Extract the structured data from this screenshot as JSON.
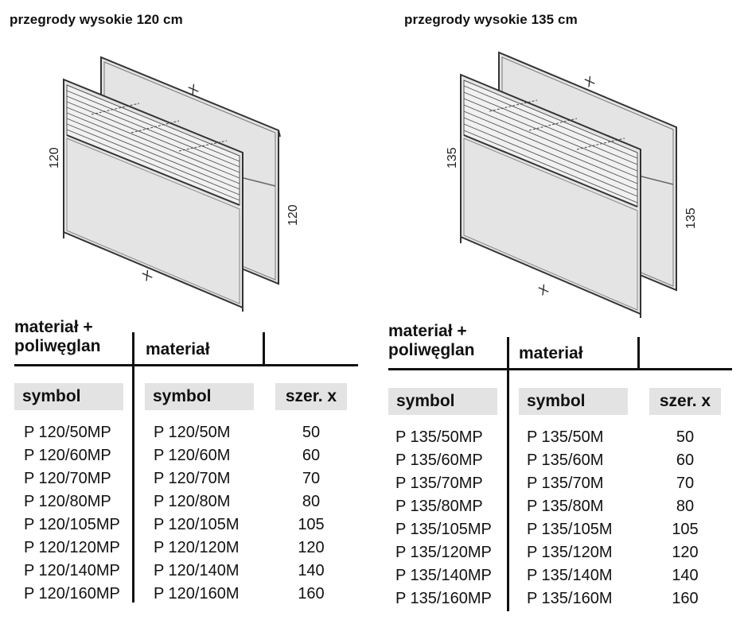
{
  "sections": [
    {
      "title": "przegrody wysokie 120 cm",
      "dimension_height": "120",
      "dimension_width": "X",
      "table": {
        "header_material_polycarbonate": [
          "materiał +",
          "poliwęglan"
        ],
        "header_material": "materiał",
        "col_symbol_1": "symbol",
        "col_symbol_2": "symbol",
        "col_width": "szer. x",
        "rows": [
          {
            "mp": "P 120/50MP",
            "m": "P 120/50M",
            "w": "50"
          },
          {
            "mp": "P 120/60MP",
            "m": "P 120/60M",
            "w": "60"
          },
          {
            "mp": "P 120/70MP",
            "m": "P 120/70M",
            "w": "70"
          },
          {
            "mp": "P 120/80MP",
            "m": "P 120/80M",
            "w": "80"
          },
          {
            "mp": "P 120/105MP",
            "m": "P 120/105M",
            "w": "105"
          },
          {
            "mp": "P 120/120MP",
            "m": "P 120/120M",
            "w": "120"
          },
          {
            "mp": "P 120/140MP",
            "m": "P 120/140M",
            "w": "140"
          },
          {
            "mp": "P 120/160MP",
            "m": "P 120/160M",
            "w": "160"
          }
        ]
      }
    },
    {
      "title": "przegrody wysokie 135 cm",
      "dimension_height": "135",
      "dimension_width": "X",
      "table": {
        "header_material_polycarbonate": [
          "materiał +",
          "poliwęglan"
        ],
        "header_material": "materiał",
        "col_symbol_1": "symbol",
        "col_symbol_2": "symbol",
        "col_width": "szer. x",
        "rows": [
          {
            "mp": "P 135/50MP",
            "m": "P 135/50M",
            "w": "50"
          },
          {
            "mp": "P 135/60MP",
            "m": "P 135/60M",
            "w": "60"
          },
          {
            "mp": "P 135/70MP",
            "m": "P 135/70M",
            "w": "70"
          },
          {
            "mp": "P 135/80MP",
            "m": "P 135/80M",
            "w": "80"
          },
          {
            "mp": "P 135/105MP",
            "m": "P 135/105M",
            "w": "105"
          },
          {
            "mp": "P 135/120MP",
            "m": "P 135/120M",
            "w": "120"
          },
          {
            "mp": "P 135/140MP",
            "m": "P 135/140M",
            "w": "140"
          },
          {
            "mp": "P 135/160MP",
            "m": "P 135/160M",
            "w": "160"
          }
        ]
      }
    }
  ],
  "colors": {
    "panel_fill": "#e4e4e4",
    "frame": "#333333",
    "header_box": "#e3e3e3"
  }
}
